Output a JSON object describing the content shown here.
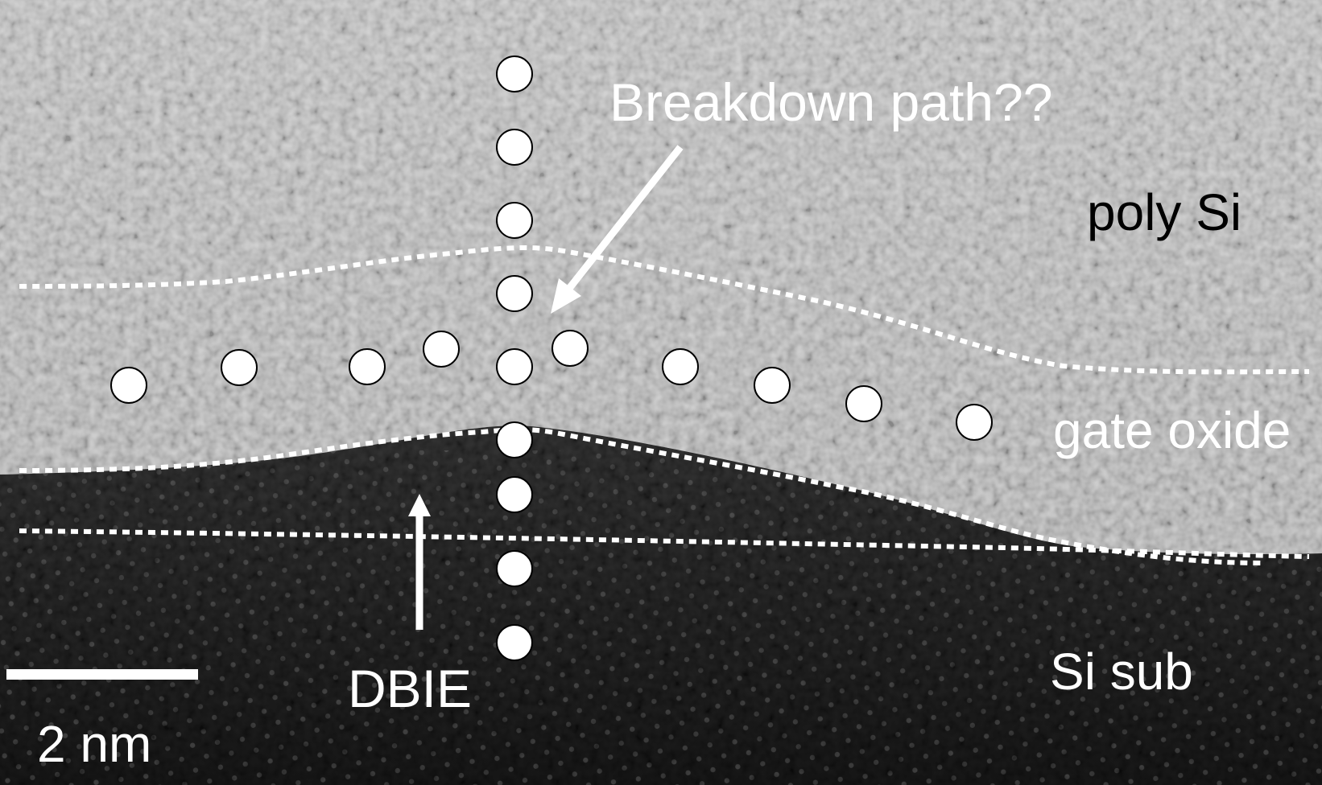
{
  "figure": {
    "labels": {
      "breakdown_path": "Breakdown path??",
      "poly_si": "poly Si",
      "gate_oxide": "gate oxide",
      "si_sub": "Si sub",
      "dbie": "DBIE",
      "scale_bar": "2 nm"
    },
    "colors": {
      "annotation": "#ffffff",
      "poly_si_text": "#000000",
      "poly_si_region": "#a9a9a9",
      "oxide_region": "#bdbdbd",
      "substrate_region": "#1a1a1a"
    },
    "icons": {
      "arrow_breakdown": "arrow-down-left-icon",
      "arrow_dbie": "arrow-up-icon"
    }
  }
}
